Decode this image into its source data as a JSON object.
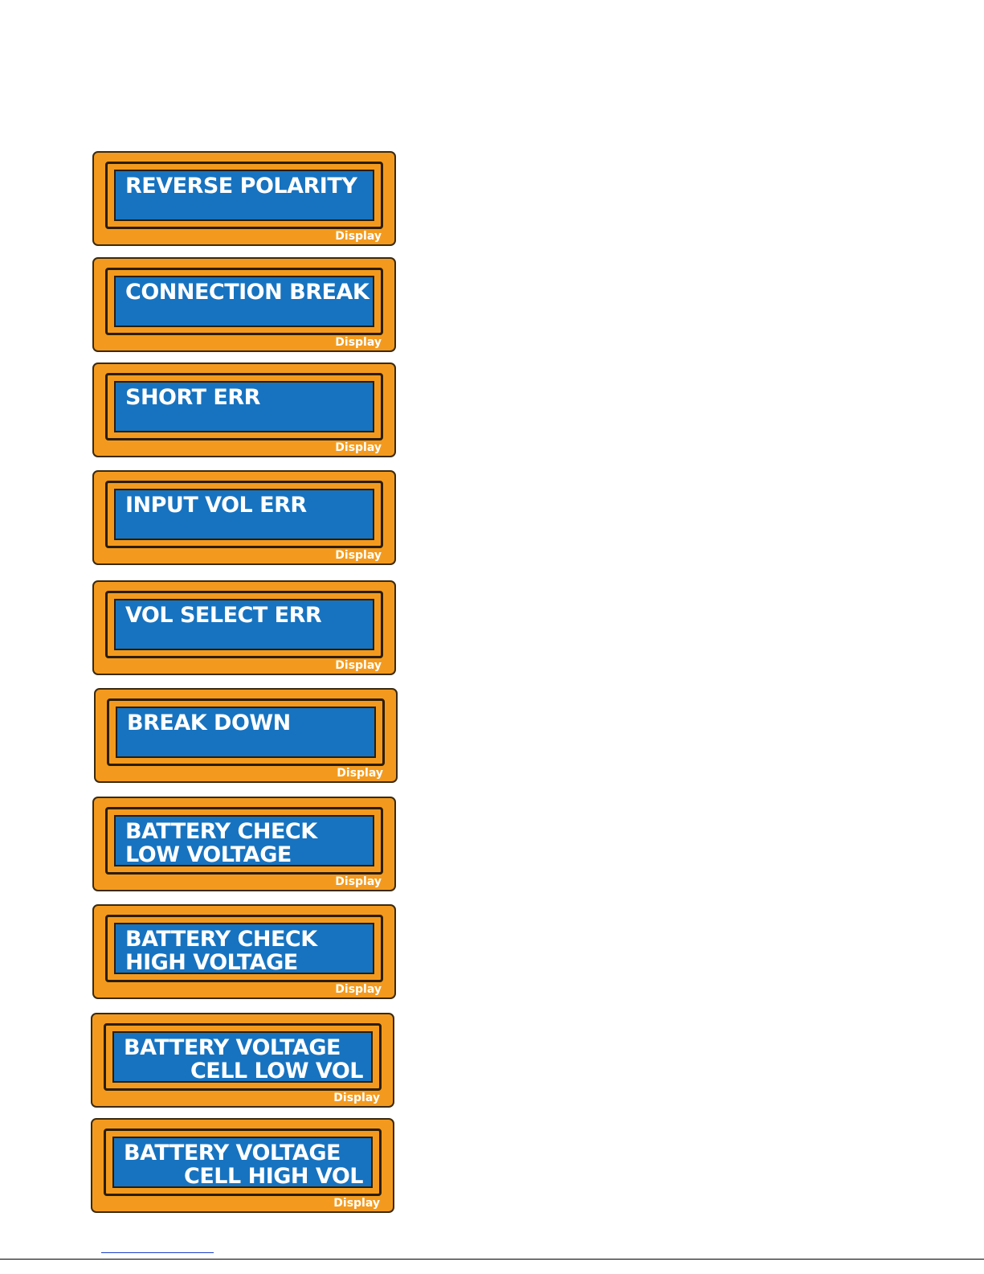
{
  "displays": [
    {
      "line1": "REVERSE POLARITY",
      "line2": "",
      "tag": "Display"
    },
    {
      "line1": "CONNECTION BREAK",
      "line2": "",
      "tag": "Display"
    },
    {
      "line1": "SHORT ERR",
      "line2": "",
      "tag": "Display"
    },
    {
      "line1": "INPUT VOL ERR",
      "line2": "",
      "tag": "Display"
    },
    {
      "line1": "VOL SELECT ERR",
      "line2": "",
      "tag": "Display"
    },
    {
      "line1": "BREAK DOWN",
      "line2": "",
      "tag": "Display"
    },
    {
      "line1": "BATTERY CHECK",
      "line2": "LOW VOLTAGE",
      "tag": "Display"
    },
    {
      "line1": "BATTERY CHECK",
      "line2": "HIGH VOLTAGE",
      "tag": "Display"
    },
    {
      "line1": "BATTERY VOLTAGE",
      "line2": "CELL LOW VOL",
      "tag": "Display"
    },
    {
      "line1": "BATTERY VOLTAGE",
      "line2": "CELL HIGH VOL",
      "tag": "Display"
    }
  ]
}
